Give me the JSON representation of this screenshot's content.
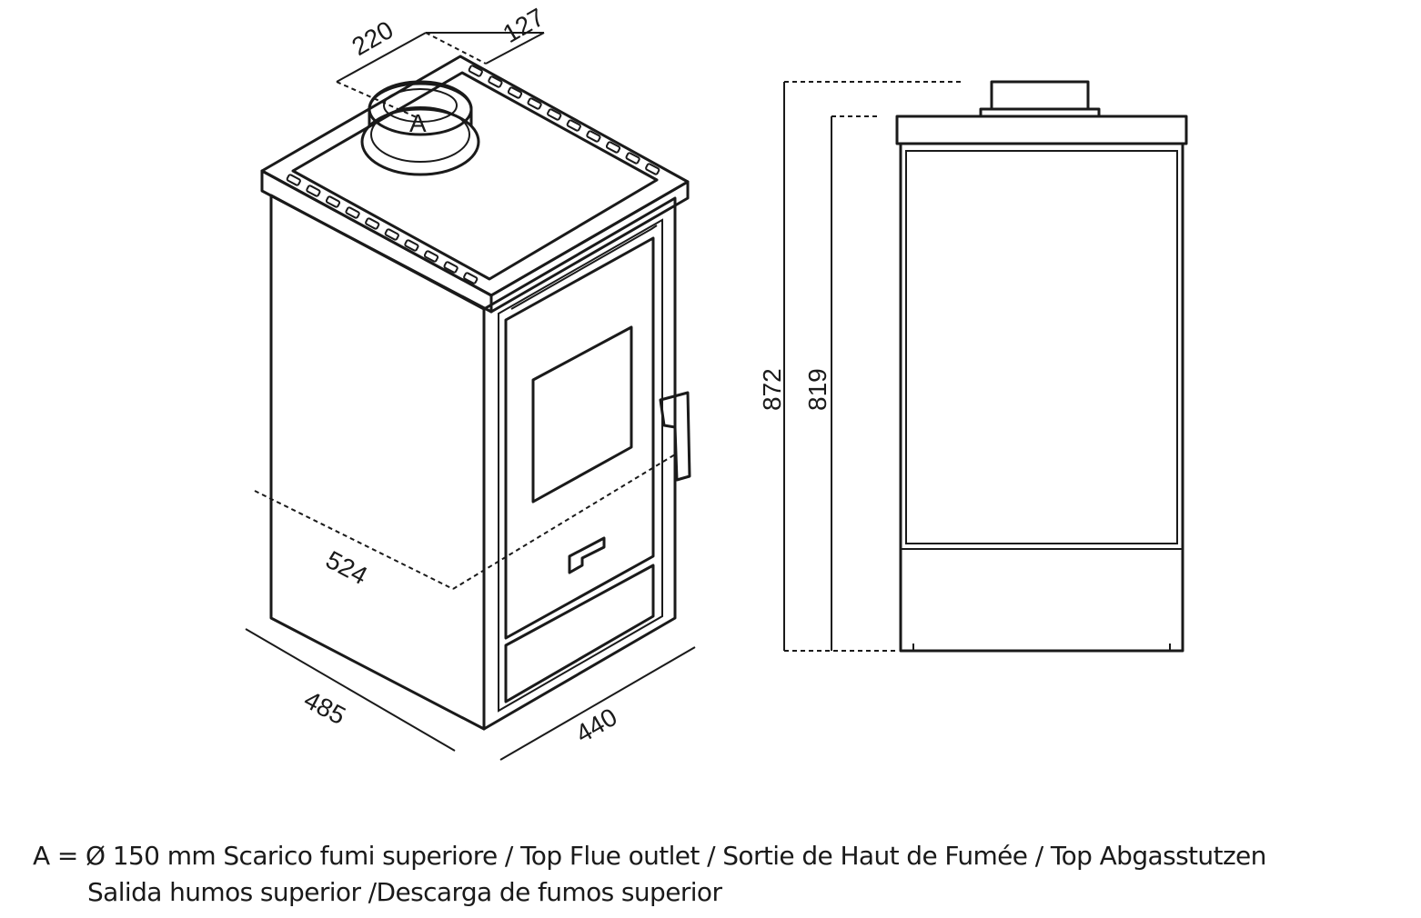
{
  "dimensions": {
    "flue_offset": "220",
    "flue_setback": "127",
    "diagonal": "524",
    "depth": "485",
    "width": "440",
    "total_height": "872",
    "body_height": "819"
  },
  "flue_marker": "A",
  "caption": {
    "line1": "A = Ø 150 mm  Scarico fumi superiore / Top Flue outlet / Sortie de Haut de Fumée / Top Abgasstutzen",
    "line2": "Salida humos superior /Descarga de fumos superior"
  }
}
